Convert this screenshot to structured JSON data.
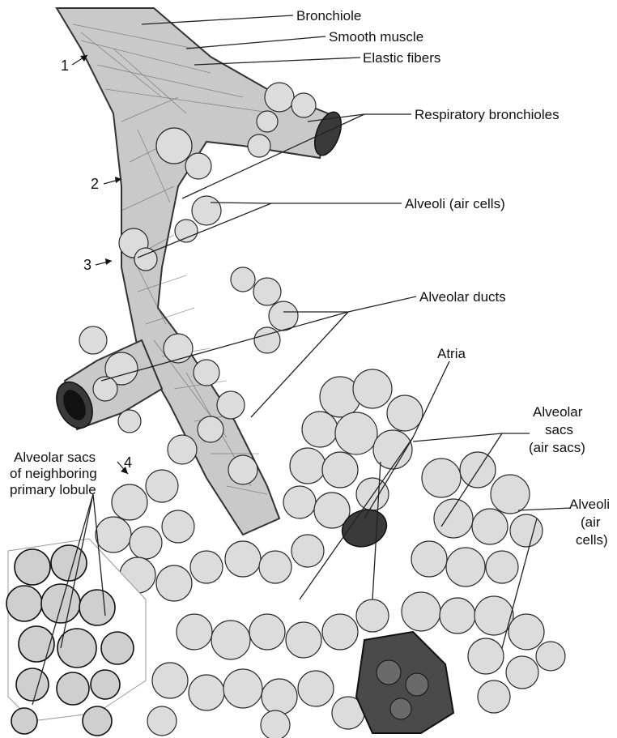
{
  "figure": {
    "labels": {
      "bronchiole": "Bronchiole",
      "smooth_muscle": "Smooth muscle",
      "elastic_fibers": "Elastic fibers",
      "respiratory_bronchioles": "Respiratory bronchioles",
      "alveoli_air_cells": "Alveoli (air cells)",
      "alveolar_ducts": "Alveolar ducts",
      "atria": "Atria",
      "alveolar_sacs_line1": "Alveolar",
      "alveolar_sacs_line2": "sacs",
      "alveolar_sacs_line3": "(air sacs)",
      "alveoli_line1": "Alveoli",
      "alveoli_line2": "(air",
      "alveoli_line3": "cells)",
      "neighbor_line1": "Alveolar sacs",
      "neighbor_line2": "of neighboring",
      "neighbor_line3": "primary lobule"
    },
    "numbers": {
      "n1": "1",
      "n2": "2",
      "n3": "3",
      "n4": "4"
    }
  }
}
